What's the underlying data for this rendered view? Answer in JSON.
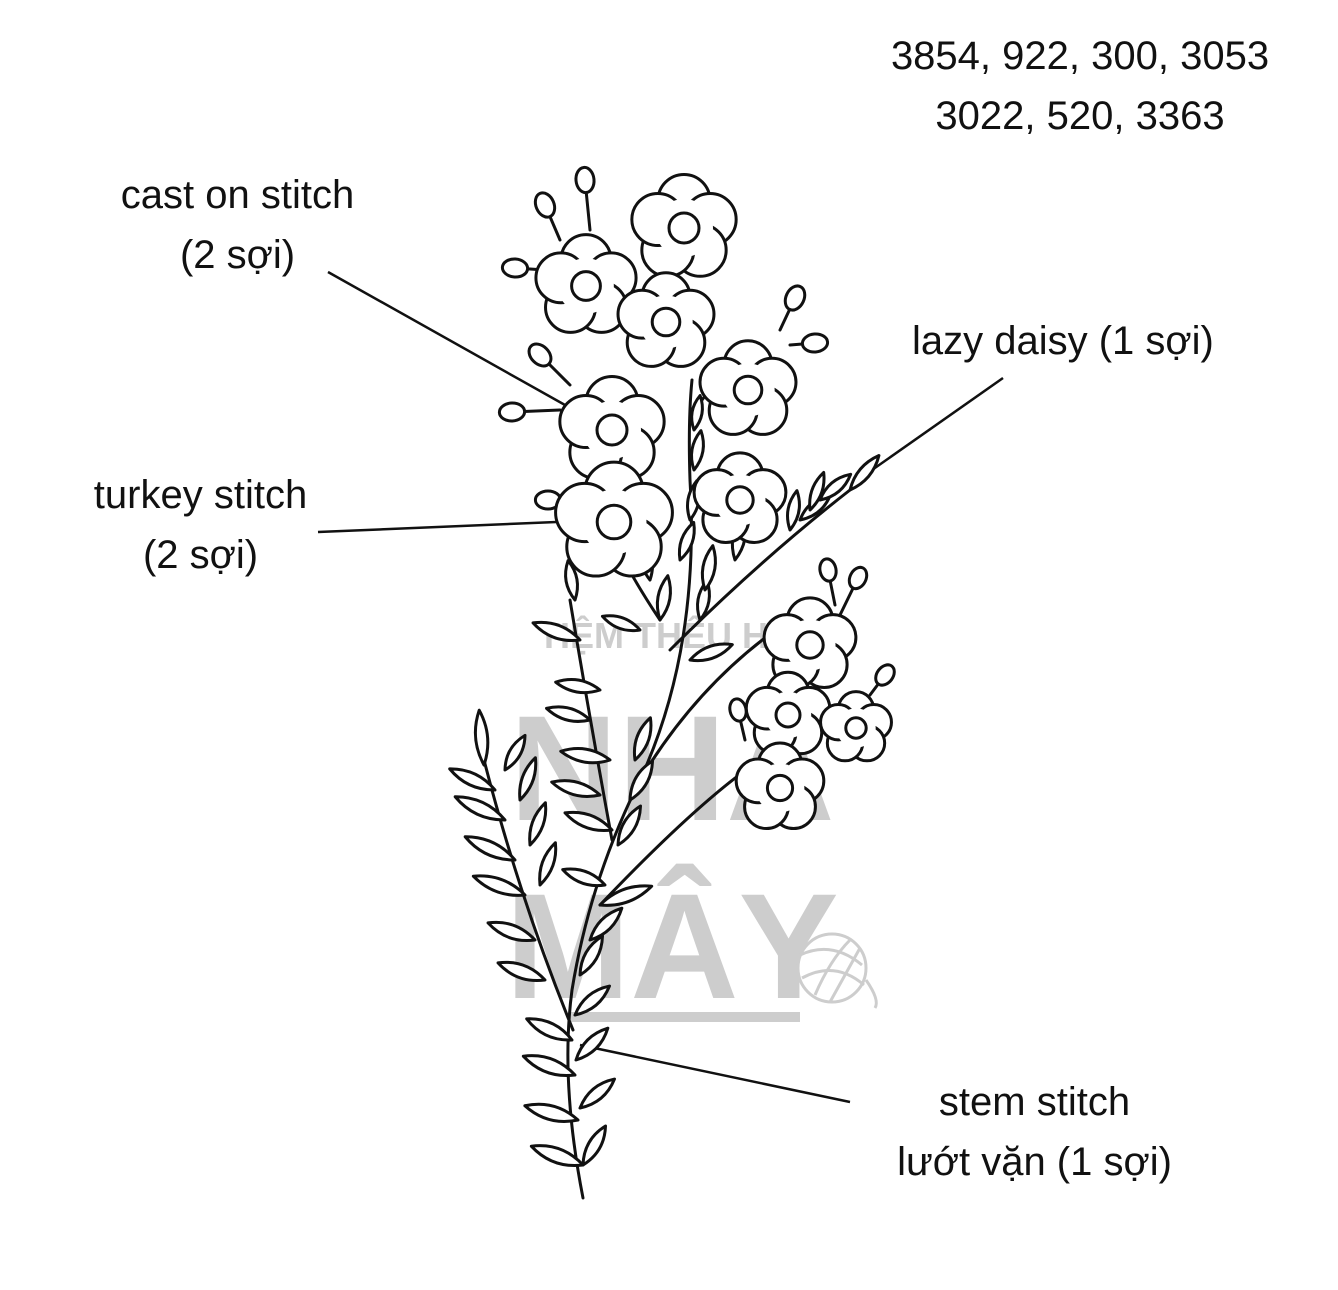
{
  "colors": {
    "line": "#111111",
    "background": "#ffffff",
    "watermark": "#c8c8c8"
  },
  "thread_codes": {
    "line1": "3854, 922, 300, 3053",
    "line2": "3022, 520, 3363"
  },
  "labels": {
    "cast_on": {
      "line1": "cast on stitch",
      "line2": "(2 sợi)"
    },
    "turkey": {
      "line1": "turkey stitch",
      "line2": "(2 sợi)"
    },
    "lazy_daisy": {
      "line1": "lazy daisy (1 sợi)"
    },
    "stem": {
      "line1": "stem stitch",
      "line2": "lướt vặn (1 sợi)"
    }
  },
  "watermark": {
    "line1": "TIỆM THÊU HOA",
    "line2": "NHÀ",
    "line3": "MÂY"
  },
  "icons": [
    "yarn-ball-icon"
  ]
}
